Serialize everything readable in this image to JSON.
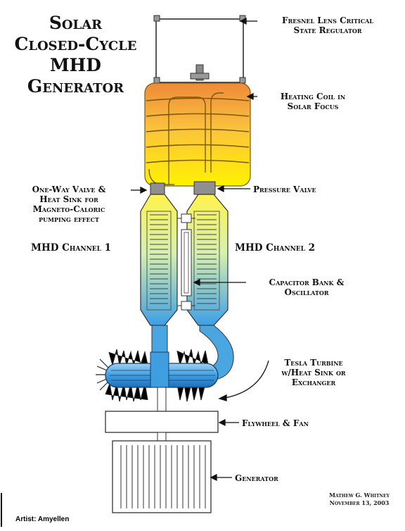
{
  "title_lines": [
    "Solar",
    "Closed-Cycle",
    "MHD",
    "Generator"
  ],
  "labels": {
    "fresnel": [
      "Fresnel Lens Critical",
      "State Regulator"
    ],
    "heating": [
      "Heating Coil in",
      "Solar Focus"
    ],
    "valve": [
      "One-Way Valve &",
      "Heat Sink for",
      "Magneto-Caloric",
      "pumping effect"
    ],
    "pressure": "Pressure Valve",
    "channel1": "MHD Channel 1",
    "channel2": "MHD Channel 2",
    "capacitor": [
      "Capacitor Bank &",
      "Oscillator"
    ],
    "tesla": [
      "Tesla Turbine",
      "w/Heat Sink or",
      "Exchanger"
    ],
    "flywheel": "Flywheel & Fan",
    "generator": "Generator"
  },
  "signature": [
    "Mathew G. Whitney",
    "November 13, 2003"
  ],
  "artist": "Artist:  Amyellen",
  "colors": {
    "coil_top": "#f08c3c",
    "coil_mid": "#fbd23c",
    "coil_bottom": "#fff200",
    "channel_top": "#fff24a",
    "channel_bottom": "#3aa0e6",
    "turbine": "#4aa6e0",
    "steel": "#8f8f8f"
  }
}
